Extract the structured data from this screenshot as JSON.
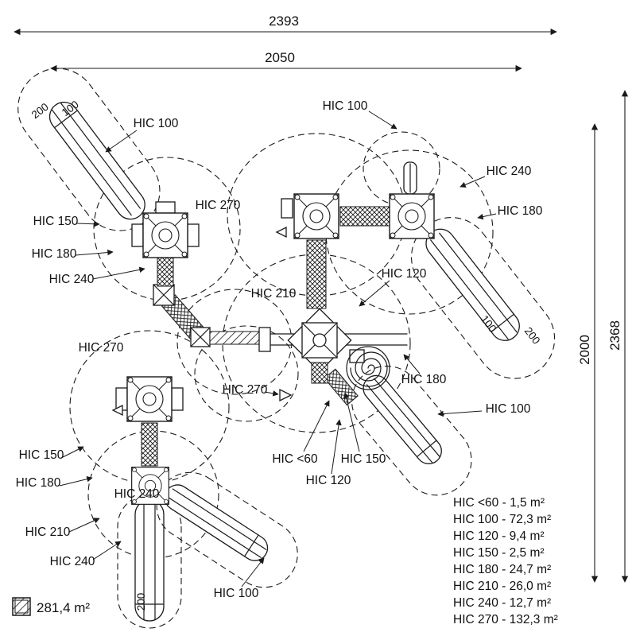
{
  "dimensions": {
    "top_outer": "2393",
    "top_inner": "2050",
    "right_outer": "2368",
    "right_inner": "2000",
    "tl_zone_width": "200",
    "tl_slide_width": "100",
    "tr_slide_width": "100",
    "tr_zone_width": "200",
    "bottom_slide_length": "200"
  },
  "hic_labels": {
    "tl_slide": "HIC 100",
    "top_center": "HIC 100",
    "right_240": "HIC 240",
    "right_180": "HIC 180",
    "left_150": "HIC 150",
    "left_180": "HIC 180",
    "left_240": "HIC 240",
    "center_270_top": "HIC 270",
    "center_120": "HIC 120",
    "center_210": "HIC 210",
    "mid_180": "HIC 180",
    "right_100": "HIC 100",
    "left_mid_270": "HIC 270",
    "center_270_low": "HIC 270",
    "low_lt60": "HIC <60",
    "low_150": "HIC 150",
    "low_120": "HIC 120",
    "ll_150": "HIC 150",
    "ll_180": "HIC 180",
    "ll_tower_240": "HIC 240",
    "ll_210": "HIC 210",
    "ll_240": "HIC 240",
    "bottom_100": "HIC 100"
  },
  "legend": {
    "items": [
      "HIC <60 - 1,5 m²",
      "HIC 100 - 72,3 m²",
      "HIC 120 - 9,4 m²",
      "HIC 150 - 2,5 m²",
      "HIC 180 - 24,7 m²",
      "HIC 210 - 26,0 m²",
      "HIC 240 - 12,7 m²",
      "HIC 270 - 132,3 m²"
    ]
  },
  "total_area": "281,4 m²"
}
